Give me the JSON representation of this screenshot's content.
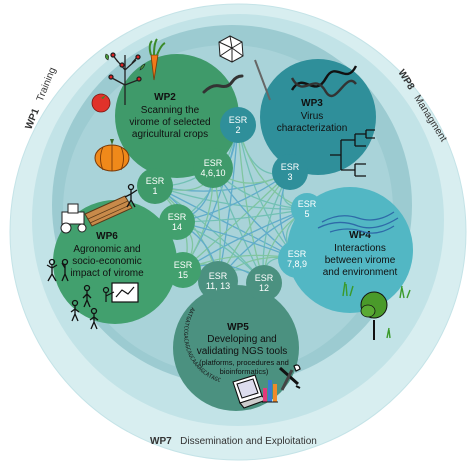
{
  "outer_rings": {
    "wp1": {
      "code": "WP1",
      "label": "Training"
    },
    "wp8": {
      "code": "WP8",
      "label": "Managment"
    },
    "wp7": {
      "code": "WP7",
      "label": "Dissemination and Exploitation"
    }
  },
  "work_packages": {
    "wp2": {
      "code": "WP2",
      "lines": [
        "Scanning the",
        "virome of selected",
        "agricultural crops"
      ],
      "color": "#3f9a6a"
    },
    "wp3": {
      "code": "WP3",
      "lines": [
        "Virus",
        "characterization"
      ],
      "color": "#2f8f9a"
    },
    "wp4": {
      "code": "WP4",
      "lines": [
        "Interactions",
        "between virome",
        "and environment"
      ],
      "color": "#52b7c4"
    },
    "wp5": {
      "code": "WP5",
      "lines": [
        "Developing and",
        "validating NGS tools"
      ],
      "sub_lines": [
        "(platforms, procedures and",
        "bioinformatics)"
      ],
      "color": "#4b9180"
    },
    "wp6": {
      "code": "WP6",
      "lines": [
        "Agronomic and",
        "socio-economic",
        "impact of virome"
      ],
      "color": "#42a06e"
    }
  },
  "esr_nodes": [
    {
      "id": "esr1",
      "lines": [
        "ESR",
        "1"
      ],
      "color": "#3f9a6a"
    },
    {
      "id": "esr2",
      "lines": [
        "ESR",
        "2"
      ],
      "color": "#2f8f9a"
    },
    {
      "id": "esr3",
      "lines": [
        "ESR",
        "3"
      ],
      "color": "#2f8f9a"
    },
    {
      "id": "esr4610",
      "lines": [
        "ESR",
        "4,6,10"
      ],
      "color": "#3f9a6a"
    },
    {
      "id": "esr5",
      "lines": [
        "ESR",
        "5"
      ],
      "color": "#52b7c4"
    },
    {
      "id": "esr789",
      "lines": [
        "ESR",
        "7,8,9"
      ],
      "color": "#52b7c4"
    },
    {
      "id": "esr1113",
      "lines": [
        "ESR",
        "11, 13"
      ],
      "color": "#4b9180"
    },
    {
      "id": "esr12",
      "lines": [
        "ESR",
        "12"
      ],
      "color": "#4b9180"
    },
    {
      "id": "esr14",
      "lines": [
        "ESR",
        "14"
      ],
      "color": "#42a06e"
    },
    {
      "id": "esr15",
      "lines": [
        "ESR",
        "15"
      ],
      "color": "#42a06e"
    }
  ],
  "dna_sequence": "AATGATCCGACAGCAGCAAAAGCATAGC",
  "icon_names": [
    "tomato-icon",
    "carrot-icon",
    "tree-icon",
    "pumpkin-icon",
    "virus-particle-icon",
    "worm-icon",
    "dna-helix-icon",
    "phylogenetic-tree-icon",
    "river-icon",
    "grass-icon",
    "shrub-icon",
    "tractor-icon",
    "people-icon",
    "presentation-icon",
    "laptop-icon",
    "bar-chart-icon",
    "tools-icon"
  ],
  "colors": {
    "outer_ring": "#d8eef0",
    "mid_ring": "#b6dde2",
    "inner_circle": "#8ec4cc",
    "links": [
      "#6dbfb1",
      "#5aa8c9",
      "#7cc49a"
    ]
  }
}
